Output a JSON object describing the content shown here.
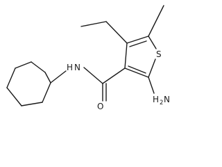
{
  "molecule": {
    "atom_labels": {
      "sulfur": "S",
      "amine_N": "N",
      "amine_H": "H",
      "amine_H_count": "2",
      "oxygen": "O",
      "amide_N": "N",
      "amide_H": "H"
    }
  }
}
